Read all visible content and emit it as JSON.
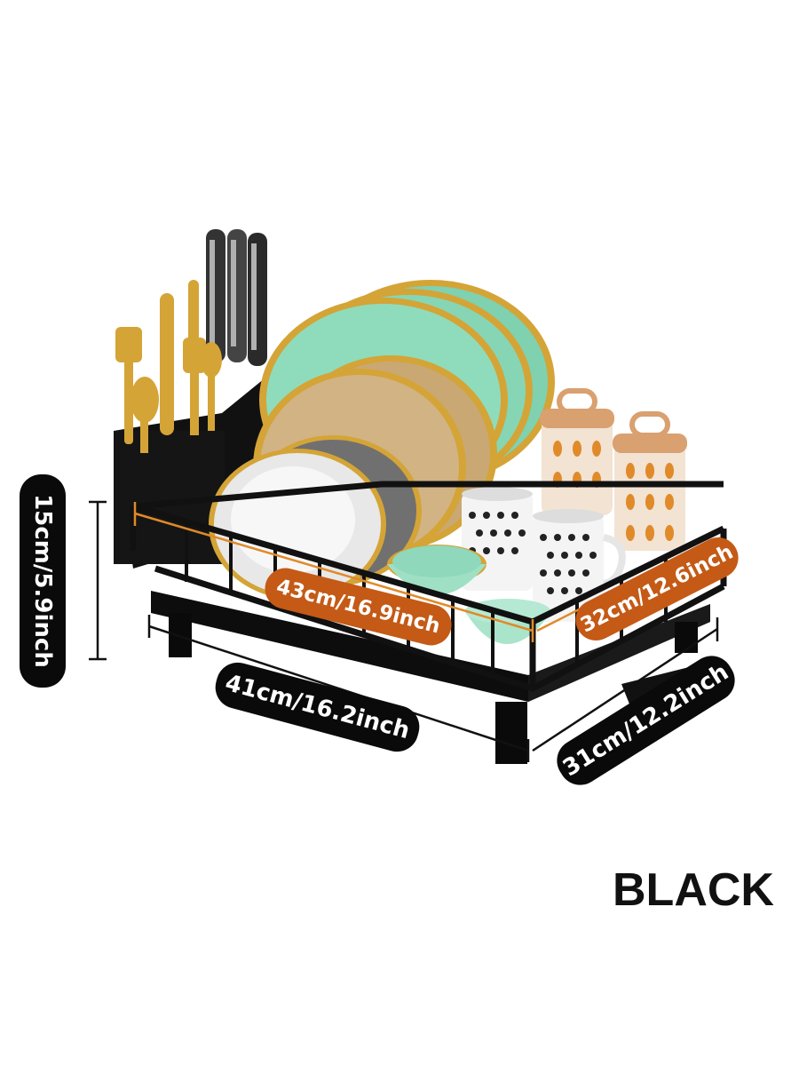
{
  "dimensions": {
    "height": "15cm/5.9inch",
    "length": "41cm/16.2inch",
    "width": "31cm/12.2inch",
    "inner_length": "43cm/16.9inch",
    "inner_width": "32cm/12.6inch"
  },
  "variant_label": "BLACK",
  "colors": {
    "rack": "#111111",
    "gold": "#d4a437",
    "mint": "#7fd1b0",
    "tan": "#c9a874",
    "accent_orange": "#c45a16",
    "pill_black": "#0a0a0a"
  }
}
